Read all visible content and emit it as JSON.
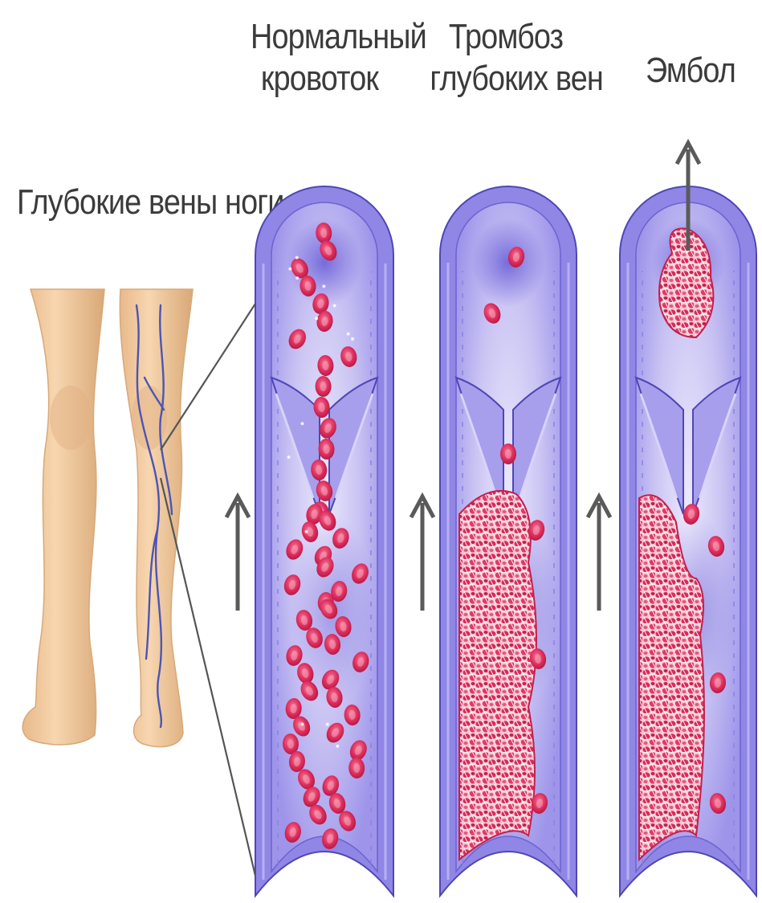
{
  "title": "Глубокие вены ноги",
  "panels": [
    {
      "label_lines": [
        "Нормальный",
        "кровоток"
      ]
    },
    {
      "label_lines": [
        "Тромбоз",
        "глубоких вен"
      ]
    },
    {
      "label_lines": [
        "Эмбол"
      ]
    }
  ],
  "colors": {
    "vein_wall": "#8f86e6",
    "vein_wall_dark": "#4f47b4",
    "lumen": "#c9c3f3",
    "lumen_shadow": "#7a6fe0",
    "valve": "#a79fec",
    "blood_cell": "#e0305f",
    "blood_cell_light": "#f6a3b8",
    "clot_base": "#f1c4cf",
    "skin": "#f2cca2",
    "skin_shadow": "#d7a978",
    "vein_line": "#4b55b5",
    "arrow": "#5a5a5a"
  },
  "icons": [
    "flow-arrow-icon",
    "embolus-direction-arrow-icon",
    "leg-illustration"
  ]
}
